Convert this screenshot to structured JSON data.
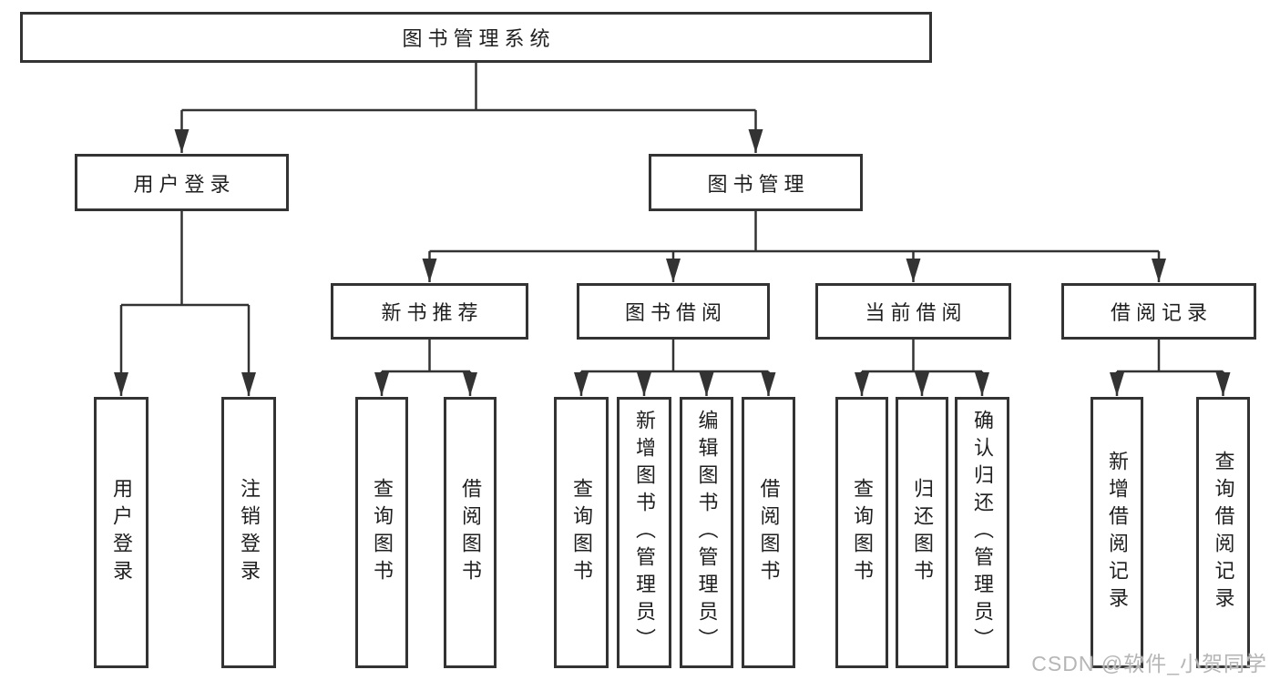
{
  "diagram": {
    "title": "图书管理系统",
    "level2": [
      {
        "label": "用户登录",
        "children": [
          "用户登录",
          "注销登录"
        ]
      },
      {
        "label": "图书管理",
        "children": [
          {
            "label": "新书推荐",
            "children": [
              "查询图书",
              "借阅图书"
            ]
          },
          {
            "label": "图书借阅",
            "children": [
              "查询图书",
              "新增图书（管理员）",
              "编辑图书（管理员）",
              "借阅图书"
            ]
          },
          {
            "label": "当前借阅",
            "children": [
              "查询图书",
              "归还图书",
              "确认归还（管理员）"
            ]
          },
          {
            "label": "借阅记录",
            "children": [
              "新增借阅记录",
              "查询借阅记录"
            ]
          }
        ]
      }
    ]
  },
  "watermark": {
    "text": "CSDN @软件_小贺同学"
  },
  "colors": {
    "line": "#333333",
    "box_border": "#333333",
    "text": "#1f1f1f",
    "background": "#ffffff",
    "watermark": "#b6b6b6"
  }
}
